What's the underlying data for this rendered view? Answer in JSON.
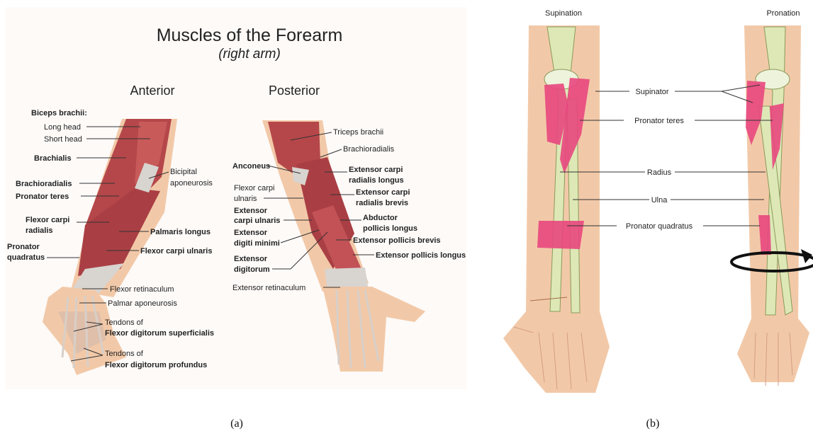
{
  "figure_a": {
    "title": "Muscles of the Forearm",
    "subtitle": "(right arm)",
    "anterior_heading": "Anterior",
    "posterior_heading": "Posterior",
    "anterior_labels": {
      "biceps": "Biceps brachii:",
      "long_head": "Long head",
      "short_head": "Short head",
      "brachialis": "Brachialis",
      "bicipital_1": "Bicipital",
      "bicipital_2": "aponeurosis",
      "brachioradialis": "Brachioradialis",
      "pronator_teres": "Pronator teres",
      "flexor_carpi_radialis_1": "Flexor carpi",
      "flexor_carpi_radialis_2": "radialis",
      "palmaris_longus": "Palmaris longus",
      "pronator_quadratus_1": "Pronator",
      "pronator_quadratus_2": "quadratus",
      "flexor_carpi_ulnaris": "Flexor carpi ulnaris",
      "flexor_retinaculum": "Flexor retinaculum",
      "palmar_aponeurosis": "Palmar aponeurosis",
      "tendons_1": "Tendons of",
      "fds": "Flexor digitorum superficialis",
      "tendons_2": "Tendons of",
      "fdp": "Flexor digitorum profundus"
    },
    "posterior_labels": {
      "triceps": "Triceps brachii",
      "brachioradialis": "Brachioradialis",
      "anconeus": "Anconeus",
      "ecrl_1": "Extensor carpi",
      "ecrl_2": "radialis longus",
      "fcu_1": "Flexor carpi",
      "fcu_2": "ulnaris",
      "ecrb_1": "Extensor carpi",
      "ecrb_2": "radialis brevis",
      "ecu_1": "Extensor",
      "ecu_2": "carpi ulnaris",
      "apl_1": "Abductor",
      "apl_2": "pollicis longus",
      "edm_1": "Extensor",
      "edm_2": "digiti minimi",
      "epb": "Extensor pollicis brevis",
      "epl": "Extensor pollicis longus",
      "ed_1": "Extensor",
      "ed_2": "digitorum",
      "extensor_retinaculum": "Extensor retinaculum"
    },
    "caption": "(a)"
  },
  "figure_b": {
    "supination": "Supination",
    "pronation": "Pronation",
    "supinator": "Supinator",
    "pronator_teres": "Pronator teres",
    "radius": "Radius",
    "ulna": "Ulna",
    "pronator_quadratus": "Pronator quadratus",
    "caption": "(b)"
  },
  "colors": {
    "muscle": "#b5474a",
    "muscle_light": "#d9787a",
    "skin": "#f2c9a8",
    "skin_dark": "#e0a987",
    "tendon": "#d8d4d0",
    "bone": "#dde8b6",
    "bone_outline": "#8a9a5a",
    "pink_muscle": "#e8477e"
  }
}
